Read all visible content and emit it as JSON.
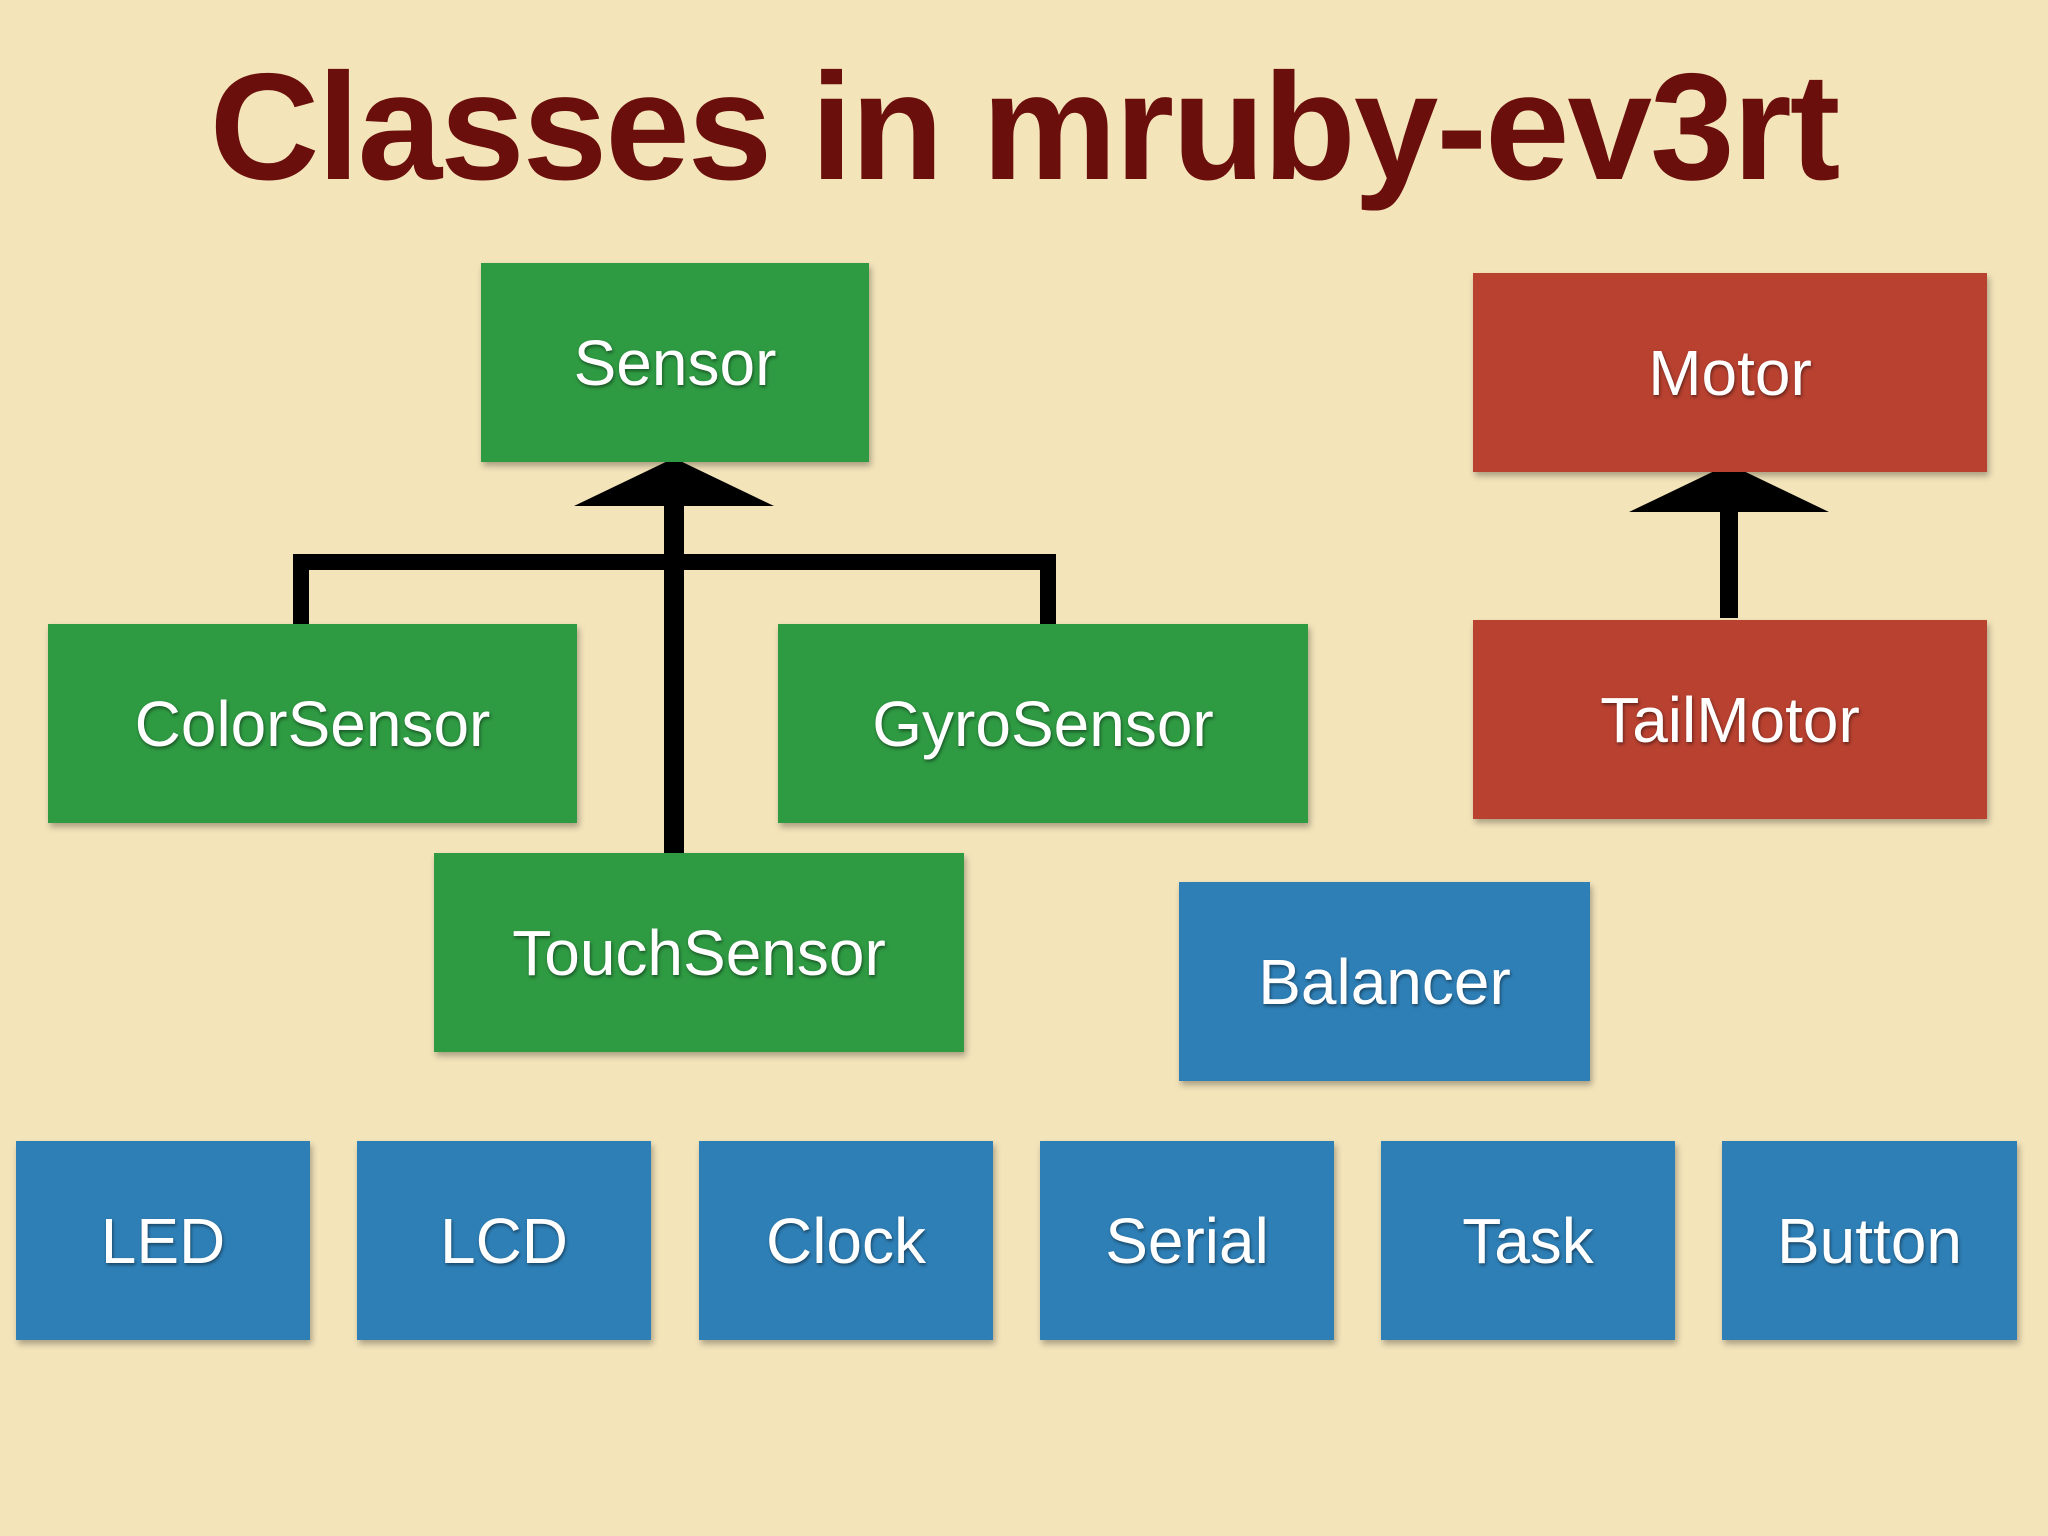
{
  "title": "Classes in mruby-ev3rt",
  "colors": {
    "background": "#f3e4ba",
    "title": "#6b0f0d",
    "sensor_box": "#2e9a42",
    "motor_box": "#b84130",
    "util_box": "#2e7fb6",
    "connector": "#000000"
  },
  "sensor_group": {
    "parent": "Sensor",
    "children": [
      "ColorSensor",
      "GyroSensor",
      "TouchSensor"
    ]
  },
  "motor_group": {
    "parent": "Motor",
    "child": "TailMotor"
  },
  "standalone": {
    "balancer": "Balancer",
    "bottom_row": [
      "LED",
      "LCD",
      "Clock",
      "Serial",
      "Task",
      "Button"
    ]
  }
}
